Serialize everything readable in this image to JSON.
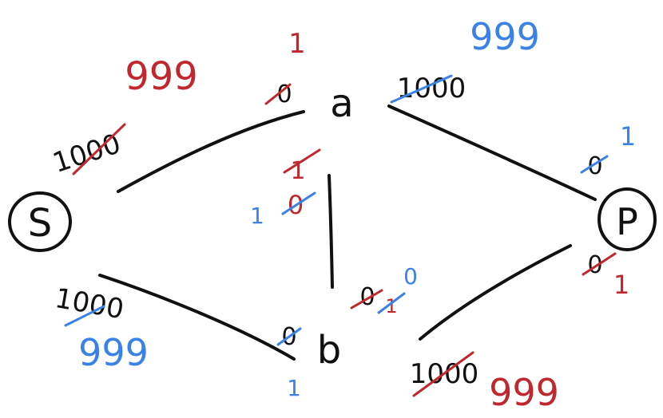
{
  "colors": {
    "ink": "#111111",
    "red": "#c0282d",
    "blue": "#3b82e6",
    "background": "#ffffff"
  },
  "nodes": {
    "s": "S",
    "a": "a",
    "b": "b",
    "t": "P"
  },
  "edges": {
    "s_a": {
      "original": "1000",
      "red_update": "999",
      "flow_old": "0",
      "flow_red": "1"
    },
    "a_t": {
      "original": "1000",
      "blue_update": "999",
      "flow_old": "0",
      "flow_blue": "1"
    },
    "a_b": {
      "red_mark": "1",
      "old": "0",
      "blue_mark": "1"
    },
    "s_b": {
      "original": "1000",
      "blue_update": "999",
      "flow_old": "0",
      "flow_blue": "1"
    },
    "b_t": {
      "original": "1000",
      "red_update": "999",
      "flow_old": "0",
      "flow_red": "1"
    },
    "b_junction": {
      "old": "0",
      "red_mark": "1",
      "blue_mark": "0"
    }
  }
}
